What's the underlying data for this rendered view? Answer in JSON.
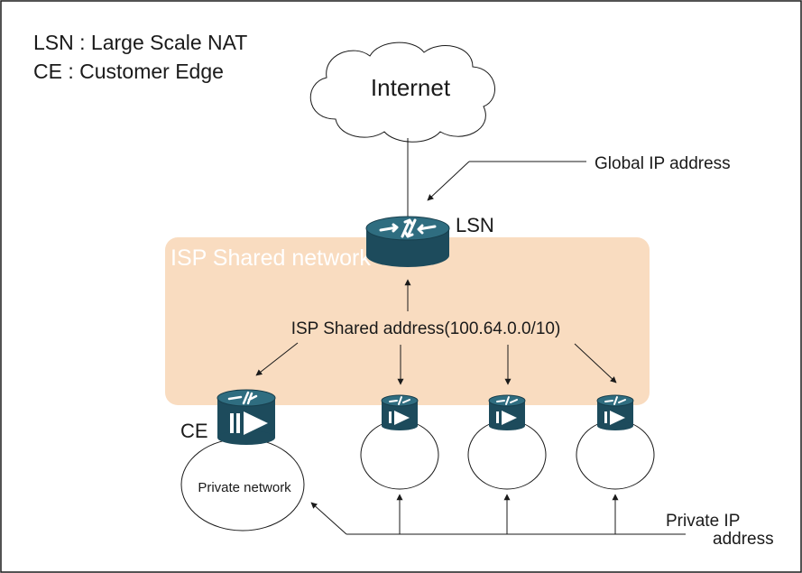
{
  "legend": {
    "lsn_line": "LSN : Large Scale NAT",
    "ce_line": "CE : Customer Edge"
  },
  "nodes": {
    "internet": "Internet",
    "lsn": "LSN",
    "ce": "CE",
    "private_network": "Private network"
  },
  "labels": {
    "global_ip": "Global IP address",
    "isp_shared_network": "ISP Shared network",
    "isp_shared_address": "ISP Shared address(100.64.0.0/10)",
    "private_ip_line1": "Private IP",
    "private_ip_line2": "address"
  },
  "colors": {
    "isp_network_fill": "#f9dcc0",
    "isp_network_text": "#ffffff",
    "router_body": "#1d4b5c",
    "router_top": "#2f6d80",
    "stroke": "#1a1a1a"
  }
}
